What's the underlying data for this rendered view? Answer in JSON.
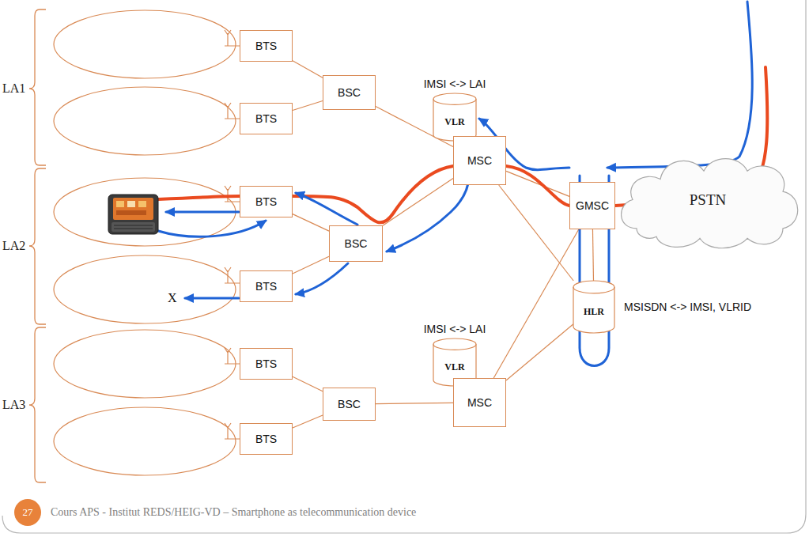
{
  "diagram": {
    "nodes": [
      {
        "text": [
          "BTS"
        ]
      },
      {
        "text": [
          "BTS"
        ]
      },
      {
        "text": [
          "BSC"
        ]
      },
      {
        "text": [
          "IMSI <-> LAI",
          "VLR"
        ]
      },
      {
        "text": [
          "MSC"
        ]
      },
      {
        "text": [
          "BTS"
        ]
      },
      {
        "text": [
          "BSC"
        ]
      },
      {
        "text": [
          "GMSC"
        ]
      },
      {
        "text": [
          "PSTN"
        ]
      },
      {
        "text": [
          "BTS"
        ]
      },
      {
        "text": [
          "HLR",
          "MSISDN <-> IMSI, VLRID"
        ]
      },
      {
        "text": [
          "BTS"
        ]
      },
      {
        "text": [
          "BSC"
        ]
      },
      {
        "text": [
          "IMSI <-> LAI",
          "VLR"
        ]
      },
      {
        "text": [
          "MSC"
        ]
      },
      {
        "text": [
          "BTS"
        ]
      }
    ],
    "edges": [
      {
        "from": 0,
        "to": 2,
        "arrow": "none"
      },
      {
        "from": 1,
        "to": 2,
        "arrow": "none"
      },
      {
        "from": 5,
        "to": 6,
        "arrow": "none"
      },
      {
        "from": 9,
        "to": 6,
        "arrow": "none"
      },
      {
        "from": 11,
        "to": 12,
        "arrow": "none"
      },
      {
        "from": 15,
        "to": 12,
        "arrow": "none"
      },
      {
        "from": 2,
        "to": 4,
        "arrow": "none"
      },
      {
        "from": 6,
        "to": 4,
        "arrow": "none"
      },
      {
        "from": 12,
        "to": 14,
        "arrow": "none"
      },
      {
        "from": 4,
        "to": 7,
        "arrow": "none"
      },
      {
        "from": 4,
        "to": 10,
        "arrow": "none"
      },
      {
        "from": 14,
        "to": 10,
        "arrow": "none"
      },
      {
        "from": 14,
        "to": 7,
        "arrow": "none"
      },
      {
        "from": 7,
        "to": 10,
        "arrow": "none"
      }
    ],
    "labels": [
      "LA1",
      "LA2",
      "LA3",
      "X",
      "27",
      "Cours APS - Institut REDS/HEIG-VD – Smartphone as telecommunication device"
    ]
  }
}
